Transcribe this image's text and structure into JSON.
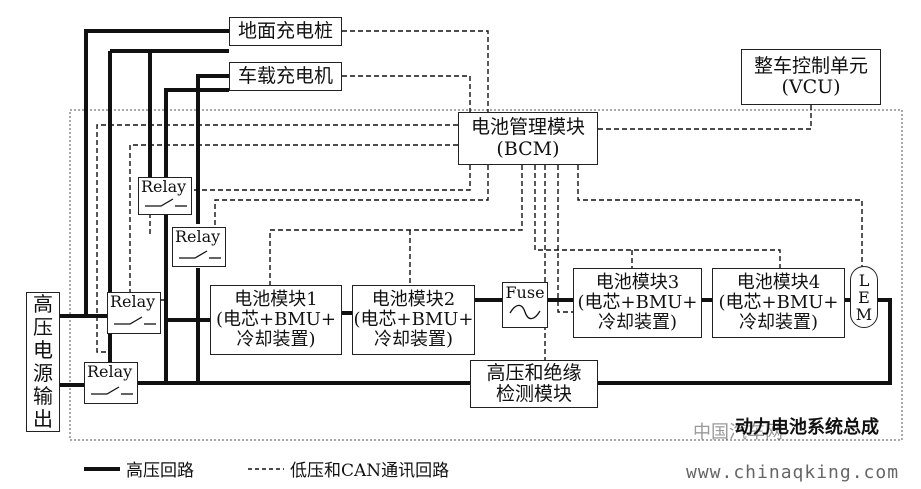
{
  "boxes": {
    "ground_charger": "地面充电桩",
    "vehicle_charger": "车载充电机",
    "vcu_line1": "整车控制单元",
    "vcu_line2": "(VCU)",
    "bcm_line1": "电池管理模块",
    "bcm_line2": "(BCM)",
    "hv_output": [
      "高",
      "压",
      "电",
      "源",
      "输",
      "出"
    ],
    "relay": "Relay",
    "fuse": "Fuse",
    "module1": [
      "电池模块1",
      "(电芯+BMU+",
      "冷却装置)"
    ],
    "module2": [
      "电池模块2",
      "(电芯+BMU+",
      "冷却装置)"
    ],
    "module3": [
      "电池模块3",
      "(电芯+BMU+",
      "冷却装置)"
    ],
    "module4": [
      "电池模块4",
      "(电芯+BMU+",
      "冷却装置)"
    ],
    "hv_detect_line1": "高压和绝缘",
    "hv_detect_line2": "检测模块",
    "lem": [
      "L",
      "E",
      "M"
    ]
  },
  "footer_label": "动力电池系统总成",
  "legend": {
    "solid": "高压回路",
    "dashed": "低压和CAN通讯回路"
  },
  "watermark": {
    "cn": "中国汽车网",
    "url": "www.chinaqking.com"
  }
}
